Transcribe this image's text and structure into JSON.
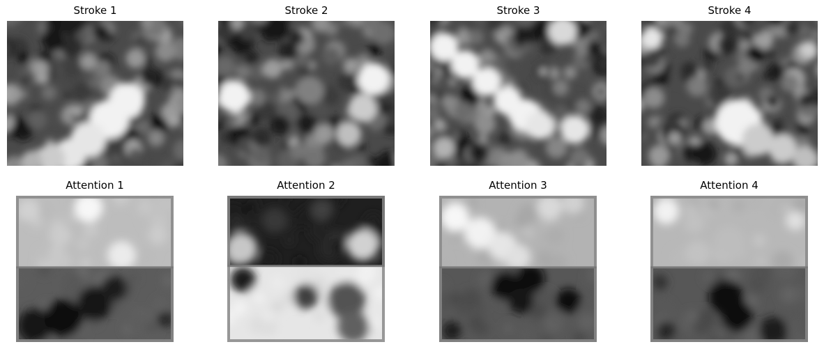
{
  "panels": [
    {
      "title": "Stroke 1",
      "row": 0,
      "col": 0,
      "kind": "stroke",
      "seed": 11,
      "blobs": [
        [
          0.68,
          0.55,
          0.1,
          0.95
        ],
        [
          0.58,
          0.68,
          0.11,
          0.95
        ],
        [
          0.46,
          0.82,
          0.1,
          0.9
        ],
        [
          0.36,
          0.92,
          0.09,
          0.9
        ],
        [
          0.25,
          0.95,
          0.08,
          0.8
        ],
        [
          0.14,
          0.97,
          0.06,
          0.7
        ]
      ]
    },
    {
      "title": "Stroke 2",
      "row": 0,
      "col": 1,
      "kind": "stroke",
      "seed": 23,
      "blobs": [
        [
          0.09,
          0.52,
          0.09,
          0.95
        ],
        [
          0.88,
          0.4,
          0.09,
          0.95
        ],
        [
          0.82,
          0.6,
          0.08,
          0.8
        ],
        [
          0.74,
          0.78,
          0.07,
          0.75
        ],
        [
          0.52,
          0.48,
          0.08,
          0.5
        ]
      ]
    },
    {
      "title": "Stroke 3",
      "row": 0,
      "col": 2,
      "kind": "stroke",
      "seed": 37,
      "blobs": [
        [
          0.08,
          0.18,
          0.08,
          0.95
        ],
        [
          0.2,
          0.3,
          0.08,
          0.95
        ],
        [
          0.32,
          0.42,
          0.08,
          0.95
        ],
        [
          0.44,
          0.55,
          0.08,
          0.95
        ],
        [
          0.54,
          0.65,
          0.09,
          0.95
        ],
        [
          0.62,
          0.72,
          0.08,
          0.9
        ],
        [
          0.82,
          0.75,
          0.08,
          0.9
        ],
        [
          0.75,
          0.07,
          0.08,
          0.85
        ],
        [
          0.08,
          0.88,
          0.06,
          0.7
        ]
      ]
    },
    {
      "title": "Stroke 4",
      "row": 0,
      "col": 3,
      "kind": "stroke",
      "seed": 53,
      "blobs": [
        [
          0.55,
          0.7,
          0.13,
          0.95
        ],
        [
          0.66,
          0.82,
          0.09,
          0.8
        ],
        [
          0.8,
          0.88,
          0.08,
          0.8
        ],
        [
          0.93,
          0.95,
          0.07,
          0.75
        ],
        [
          0.06,
          0.12,
          0.06,
          0.9
        ],
        [
          0.95,
          0.2,
          0.05,
          0.8
        ],
        [
          0.1,
          0.93,
          0.06,
          0.6
        ]
      ]
    },
    {
      "title": "Attention 1",
      "row": 1,
      "col": 0,
      "kind": "attention",
      "seed": 61,
      "divider": 0.49,
      "topBase": 0.74,
      "botBase": 0.36,
      "topBlobs": [
        [
          0.46,
          0.17,
          0.09,
          0.97
        ],
        [
          0.67,
          0.83,
          0.09,
          0.92
        ],
        [
          0.08,
          0.2,
          0.07,
          0.82
        ],
        [
          0.28,
          0.55,
          0.07,
          0.8
        ],
        [
          0.9,
          0.55,
          0.06,
          0.8
        ]
      ],
      "botBlobs": [
        [
          0.12,
          0.78,
          0.11,
          0.08
        ],
        [
          0.3,
          0.68,
          0.12,
          0.06
        ],
        [
          0.5,
          0.48,
          0.11,
          0.08
        ],
        [
          0.62,
          0.28,
          0.08,
          0.12
        ],
        [
          0.95,
          0.7,
          0.05,
          0.15
        ]
      ]
    },
    {
      "title": "Attention 2",
      "row": 1,
      "col": 1,
      "kind": "attention",
      "seed": 73,
      "divider": 0.48,
      "topBase": 0.12,
      "botBase": 0.9,
      "topBlobs": [
        [
          0.09,
          0.75,
          0.1,
          0.78
        ],
        [
          0.86,
          0.7,
          0.1,
          0.82
        ],
        [
          0.3,
          0.35,
          0.08,
          0.22
        ],
        [
          0.6,
          0.2,
          0.07,
          0.25
        ]
      ],
      "botBlobs": [
        [
          0.1,
          0.18,
          0.08,
          0.12
        ],
        [
          0.5,
          0.4,
          0.08,
          0.25
        ],
        [
          0.76,
          0.45,
          0.12,
          0.32
        ],
        [
          0.8,
          0.8,
          0.1,
          0.38
        ]
      ]
    },
    {
      "title": "Attention 3",
      "row": 1,
      "col": 2,
      "kind": "attention",
      "seed": 83,
      "divider": 0.49,
      "topBase": 0.7,
      "botBase": 0.34,
      "topBlobs": [
        [
          0.1,
          0.3,
          0.09,
          0.97
        ],
        [
          0.26,
          0.52,
          0.1,
          0.95
        ],
        [
          0.4,
          0.7,
          0.09,
          0.9
        ],
        [
          0.5,
          0.86,
          0.08,
          0.88
        ],
        [
          0.7,
          0.16,
          0.08,
          0.85
        ],
        [
          0.85,
          0.1,
          0.07,
          0.82
        ]
      ],
      "botBlobs": [
        [
          0.42,
          0.25,
          0.09,
          0.05
        ],
        [
          0.58,
          0.15,
          0.09,
          0.05
        ],
        [
          0.52,
          0.45,
          0.08,
          0.08
        ],
        [
          0.82,
          0.45,
          0.08,
          0.06
        ],
        [
          0.08,
          0.85,
          0.06,
          0.1
        ]
      ]
    },
    {
      "title": "Attention 4",
      "row": 1,
      "col": 3,
      "kind": "attention",
      "seed": 97,
      "divider": 0.49,
      "topBase": 0.72,
      "botBase": 0.34,
      "topBlobs": [
        [
          0.1,
          0.22,
          0.08,
          0.95
        ],
        [
          0.92,
          0.35,
          0.06,
          0.88
        ],
        [
          0.5,
          0.65,
          0.1,
          0.74
        ],
        [
          0.3,
          0.8,
          0.08,
          0.76
        ]
      ],
      "botBlobs": [
        [
          0.48,
          0.4,
          0.11,
          0.04
        ],
        [
          0.55,
          0.65,
          0.1,
          0.05
        ],
        [
          0.78,
          0.85,
          0.09,
          0.12
        ],
        [
          0.1,
          0.85,
          0.06,
          0.15
        ],
        [
          0.06,
          0.2,
          0.05,
          0.2
        ]
      ]
    }
  ]
}
